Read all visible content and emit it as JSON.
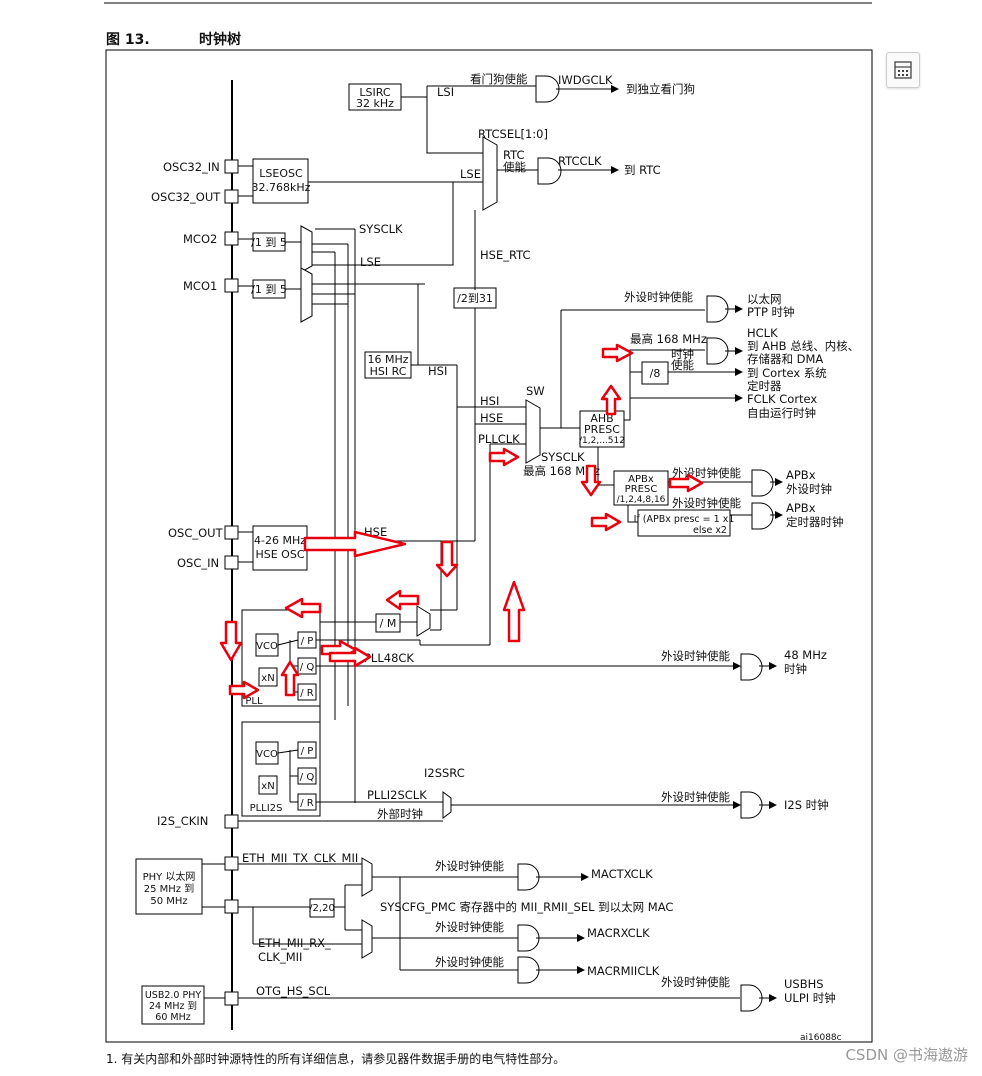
{
  "figure": {
    "number": "图 13.",
    "title": "时钟树",
    "code": "ai16088c"
  },
  "footnote": "1.  有关内部和外部时钟源特性的所有详细信息，请参见器件数据手册的电气特性部分。",
  "watermark": "CSDN @书海遨游",
  "toolbar": {
    "icon": "calculator-icon"
  },
  "pins": {
    "osc32_in": "OSC32_IN",
    "osc32_out": "OSC32_OUT",
    "mco2": "MCO2",
    "mco1": "MCO1",
    "osc_out": "OSC_OUT",
    "osc_in": "OSC_IN",
    "i2s_ckin": "I2S_CKIN"
  },
  "blocks": {
    "lsirc": [
      "LSIRC",
      "32 kHz"
    ],
    "lseosc": [
      "LSEOSC",
      "32.768kHz"
    ],
    "hsirc": [
      "16 MHz",
      "HSI RC"
    ],
    "hseosc": [
      "4-26 MHz",
      "HSE OSC"
    ],
    "div1to5": "/1 到 5",
    "div2to31": "/2到31",
    "ahb": [
      "AHB",
      "PRESC",
      "/1,2,...512"
    ],
    "apb": [
      "APBx",
      "PRESC",
      "/1,2,4,8,16"
    ],
    "apbtimer": [
      "If (APBx presc = 1 x1",
      "else x2"
    ],
    "div8": "/8",
    "divm": "/ M",
    "vco": "VCO",
    "xn": "xN",
    "p": "/ P",
    "q": "/ Q",
    "r": "/ R",
    "pll": "PLL",
    "plli2s": "PLLI2S",
    "phy": [
      "PHY 以太网",
      "25 MHz 到",
      "50 MHz"
    ],
    "div220": "/2,20",
    "usbphy": [
      "USB2.0 PHY",
      "24 MHz 到",
      "60 MHz"
    ]
  },
  "signals": {
    "lsi": "LSI",
    "lse": "LSE",
    "hse": "HSE",
    "hsi": "HSI",
    "sysclk": "SYSCLK",
    "rtcsel": "RTCSEL[1:0]",
    "rtc_en": [
      "RTC",
      "使能"
    ],
    "rtcclk": "RTCCLK",
    "hse_rtc": "HSE_RTC",
    "sw": "SW",
    "pllclk": "PLLCLK",
    "sysclk_max": "最高 168 MHz",
    "hclk_max": "最高 168 MHz",
    "pll48ck": "PLL48CK",
    "plli2sclk": "PLLI2SCLK",
    "ext_clk": "外部时钟",
    "i2ssrc": "I2SSRC",
    "iwdg_en": "看门狗使能",
    "iwdgclk": "IWDGCLK",
    "clk_en": [
      "时钟",
      "使能"
    ],
    "periph_en": "外设时钟使能",
    "eth_tx": "ETH_MII_TX_CLK_MII",
    "eth_rx": [
      "ETH_MII_RX_",
      "CLK_MII"
    ],
    "syscfg": "SYSCFG_PMC 寄存器中的 MII_RMII_SEL 到以太网 MAC",
    "otg": "OTG_HS_SCL"
  },
  "outputs": {
    "iwdg": "到独立看门狗",
    "rtc": "到 RTC",
    "ptp": [
      "以太网",
      "PTP 时钟"
    ],
    "hclk": [
      "HCLK",
      "到 AHB 总线、内核、",
      "存储器和 DMA"
    ],
    "cortex": [
      "到 Cortex 系统",
      "定时器"
    ],
    "fclk": [
      "FCLK Cortex",
      "自由运行时钟"
    ],
    "apbx": [
      "APBx",
      "外设时钟"
    ],
    "apbx_tim": [
      "APBx",
      "定时器时钟"
    ],
    "mhz48": [
      "48 MHz",
      "时钟"
    ],
    "i2s": "I2S 时钟",
    "mactx": "MACTXCLK",
    "macrx": "MACRXCLK",
    "macrmii": "MACRMIICLK",
    "usbhs": [
      "USBHS",
      "ULPI 时钟"
    ]
  },
  "annotation_color": "#e8000f"
}
